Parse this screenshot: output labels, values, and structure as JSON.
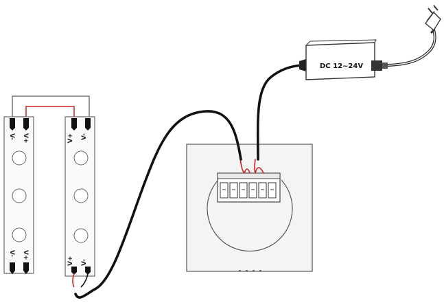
{
  "power_supply": {
    "label": "DC 12~24V"
  },
  "strips": [
    {
      "top_terminals": [
        "V-",
        "V+"
      ],
      "bottom_terminals": [
        "V-",
        "V+"
      ]
    },
    {
      "top_terminals": [
        "V+",
        "V-"
      ],
      "bottom_terminals": [
        "V+",
        "V-"
      ]
    }
  ],
  "colors": {
    "wire": "#111111",
    "red_wire": "#cc2222",
    "outline": "#555555",
    "panel": "#f4f4f4"
  }
}
